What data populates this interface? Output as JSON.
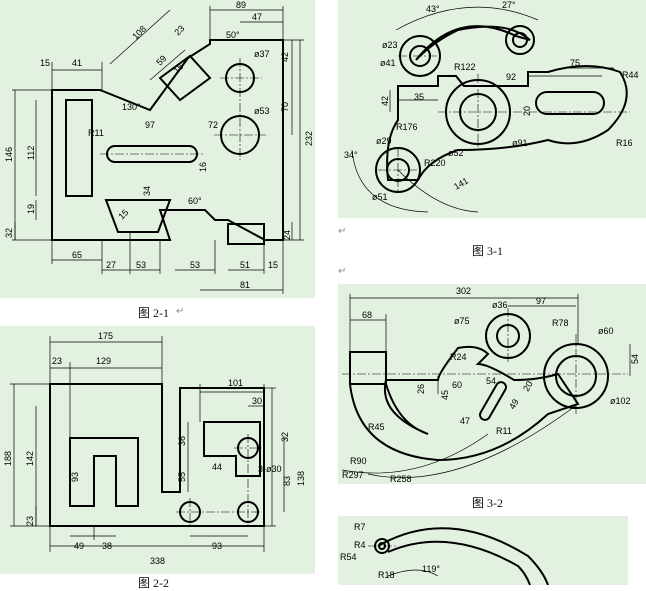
{
  "fig21": {
    "caption": "图 2-1",
    "dims": [
      "89",
      "47",
      "50°",
      "108",
      "23",
      "59",
      "15",
      "15",
      "41",
      "ø37",
      "42",
      "130°",
      "70",
      "ø53",
      "146",
      "112",
      "R11",
      "97",
      "72",
      "232",
      "16",
      "34",
      "60°",
      "19",
      "15",
      "32",
      "24",
      "65",
      "27",
      "53",
      "53",
      "51",
      "15",
      "81"
    ]
  },
  "fig22": {
    "caption": "图 2-2",
    "dims": [
      "175",
      "23",
      "129",
      "101",
      "30",
      "188",
      "142",
      "36",
      "32",
      "55",
      "44",
      "3-ø30",
      "138",
      "93",
      "83",
      "23",
      "49",
      "38",
      "93",
      "338"
    ]
  },
  "fig31": {
    "caption": "图 3-1",
    "dims": [
      "43°",
      "27°",
      "ø23",
      "ø41",
      "R122",
      "92",
      "75",
      "R44",
      "42",
      "35",
      "20",
      "R176",
      "ø29",
      "ø52",
      "ø91",
      "R16",
      "34°",
      "R220",
      "141",
      "ø51"
    ]
  },
  "fig32": {
    "caption": "图 3-2",
    "dims": [
      "302",
      "ø36",
      "97",
      "68",
      "ø75",
      "R78",
      "ø60",
      "R24",
      "54",
      "26",
      "60",
      "54",
      "45",
      "20",
      "R45",
      "47",
      "49",
      "R11",
      "ø102",
      "R90",
      "R297",
      "R258"
    ]
  },
  "fig33": {
    "dims": [
      "R7",
      "R4",
      "R54",
      "R18",
      "119°"
    ]
  },
  "return_mark": "↵"
}
